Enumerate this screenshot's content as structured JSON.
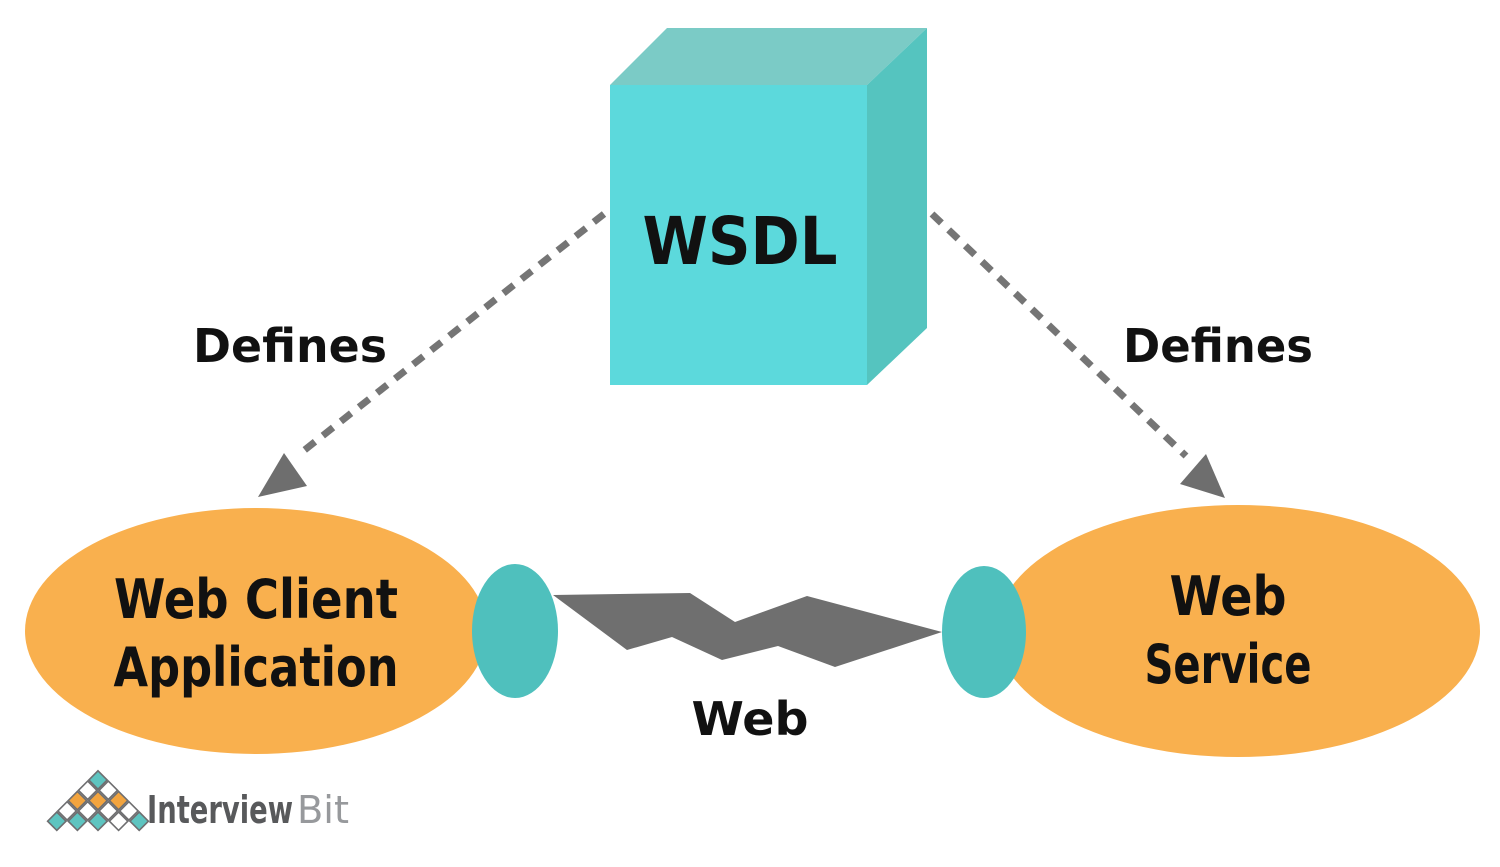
{
  "cube": {
    "label": "WSDL",
    "front_color": "#5CD9DC",
    "top_color": "#7BCBC6",
    "side_color": "#55C4BF"
  },
  "arrows": {
    "left_label": "Defines",
    "right_label": "Defines",
    "line_color": "#757575",
    "arrowhead_color": "#6E6E6E"
  },
  "client": {
    "line1": "Web Client",
    "line2": "Application",
    "fill": "#F9B04E"
  },
  "service": {
    "line1": "Web",
    "line2": "Service",
    "fill": "#F9B04E"
  },
  "connectors": {
    "fill": "#4FC0BD"
  },
  "link": {
    "label": "Web",
    "zigzag_color": "#6F6F6F"
  },
  "logo": {
    "text_primary": "Interview",
    "text_secondary": "Bit",
    "colors": {
      "teal": "#5EC4C0",
      "orange": "#F2A43F",
      "white": "#FFFFFF",
      "outline": "#6E6E70"
    },
    "pyramid_rows": [
      [
        "teal"
      ],
      [
        "white",
        "white"
      ],
      [
        "orange",
        "orange",
        "orange"
      ],
      [
        "white",
        "white",
        "white",
        "white"
      ],
      [
        "teal",
        "teal",
        "teal",
        "white",
        "teal"
      ]
    ]
  }
}
